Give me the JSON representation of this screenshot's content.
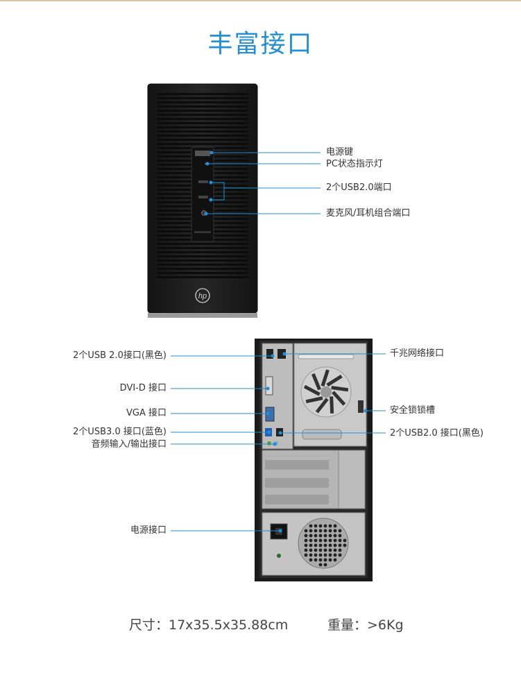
{
  "title": "丰富接口",
  "colors": {
    "accent": "#1f8fd6",
    "case": "#1c1c1c",
    "rule": "#d9c9a3"
  },
  "front": {
    "logo": "hp",
    "labels": {
      "power_button": "电源键",
      "status_light": "PC状态指示灯",
      "usb2": "2个USB2.0端口",
      "audio": "麦克风/耳机组合端口"
    }
  },
  "rear": {
    "left_labels": {
      "usb20_black": "2个USB 2.0接口(黑色)",
      "dvi": "DVI-D 接口",
      "vga": "VGA 接口",
      "usb30_blue": "2个USB3.0 接口(蓝色)",
      "audio_io": "音频输入/输出接口",
      "power_socket": "电源接口"
    },
    "right_labels": {
      "lan": "千兆网络接口",
      "lock": "安全锁锁槽",
      "usb20_black_right": "2个USB2.0 接口(黑色)"
    }
  },
  "specs": {
    "size": "尺寸：17x35.5x35.88cm",
    "weight": "重量：>6Kg"
  }
}
